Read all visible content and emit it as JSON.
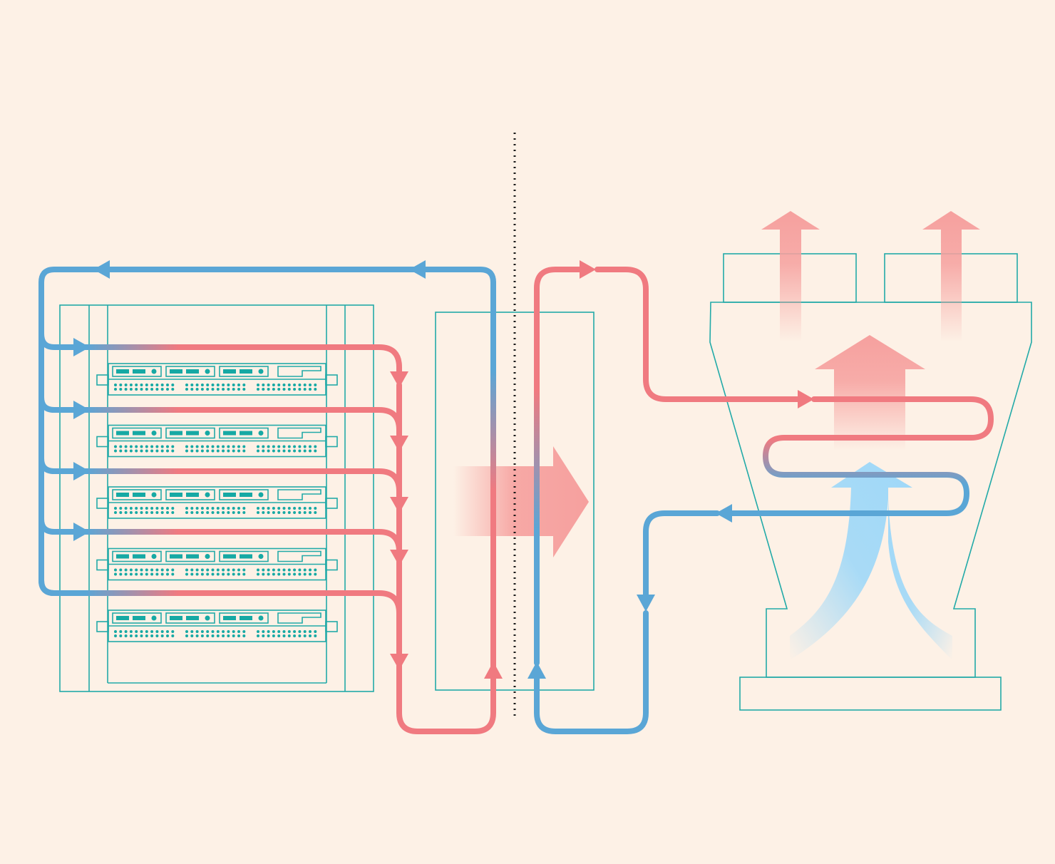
{
  "colors": {
    "background": "#fdf1e6",
    "equipment_outline": "#22aaa8",
    "hot_line": "#f07a80",
    "cold_line": "#5aa6d6",
    "hot_arrow": "#f6a09e",
    "cold_arrow": "#9fd8f8",
    "boundary": "#1a1a1a"
  },
  "diagram": {
    "server_units": 5,
    "hot_supply_branches": 5,
    "tower_fans": 2
  }
}
